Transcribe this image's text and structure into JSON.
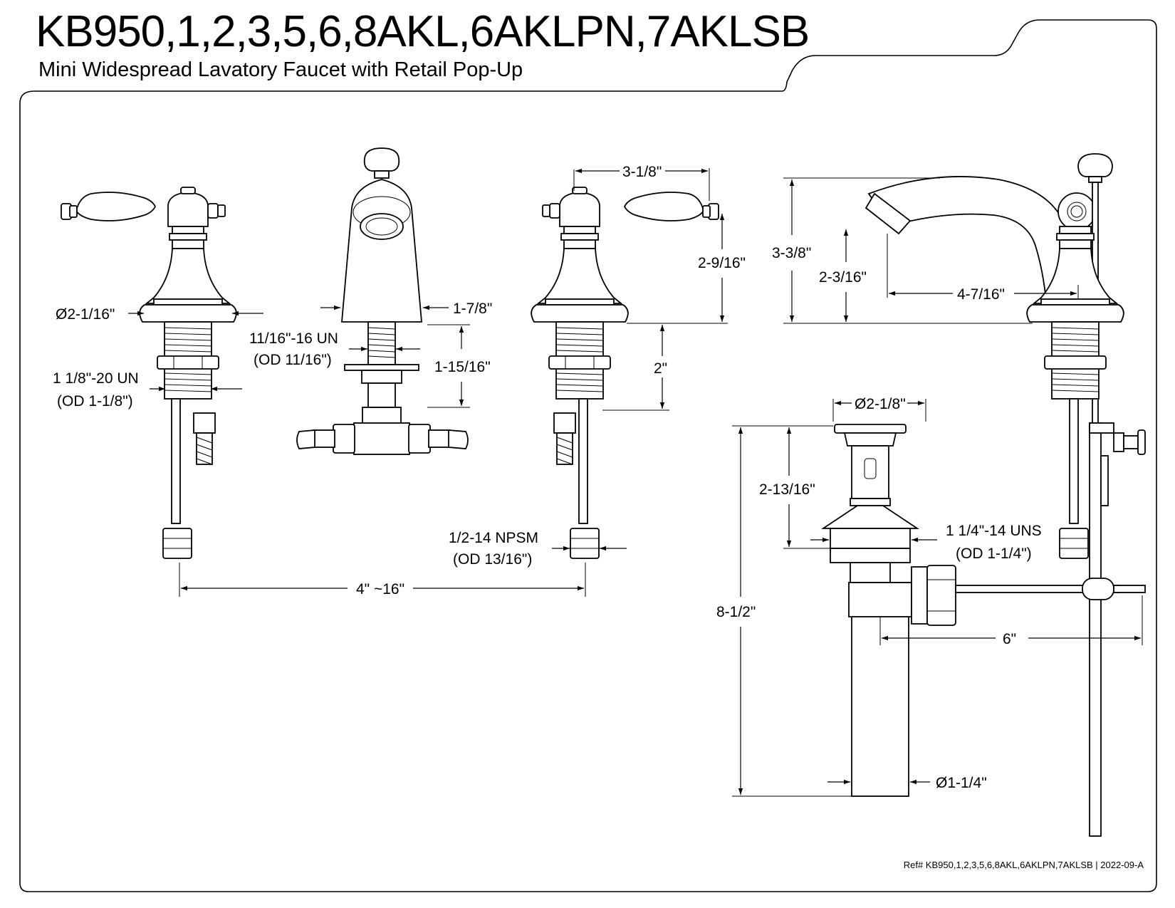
{
  "header": {
    "title": "KB950,1,2,3,5,6,8AKL,6AKLPN,7AKLSB",
    "subtitle": "Mini Widespread Lavatory Faucet with Retail Pop-Up"
  },
  "footer": {
    "ref": "Ref# KB950,1,2,3,5,6,8AKL,6AKLPN,7AKLSB | 2022-09-A"
  },
  "dimensions": {
    "flange_dia": "Ø2-1/16\"",
    "handle_thread": "1 1/8\"-20 UN",
    "handle_thread_od": "(OD 1-1/8\")",
    "spout_thread": "11/16\"-16 UN",
    "spout_thread_od": "(OD 11/16\")",
    "spout_base": "1-7/8\"",
    "spout_shank": "1-15/16\"",
    "handle_reach": "3-1/8\"",
    "handle_height": "2-9/16\"",
    "shank_length": "2\"",
    "supply_thread": "1/2-14 NPSM",
    "supply_thread_od": "(OD 13/16\")",
    "spread": "4\" ~16\"",
    "overall_height": "3-3/8\"",
    "spout_height": "2-3/16\"",
    "spout_reach": "4-7/16\"",
    "drain_flange": "Ø2-1/8\"",
    "drain_body": "2-13/16\"",
    "drain_thread": "1 1/4\"-14 UNS",
    "drain_thread_od": "(OD 1-1/4\")",
    "drain_overall": "8-1/2\"",
    "lift_rod": "6\"",
    "tailpiece_dia": "Ø1-1/4\""
  }
}
